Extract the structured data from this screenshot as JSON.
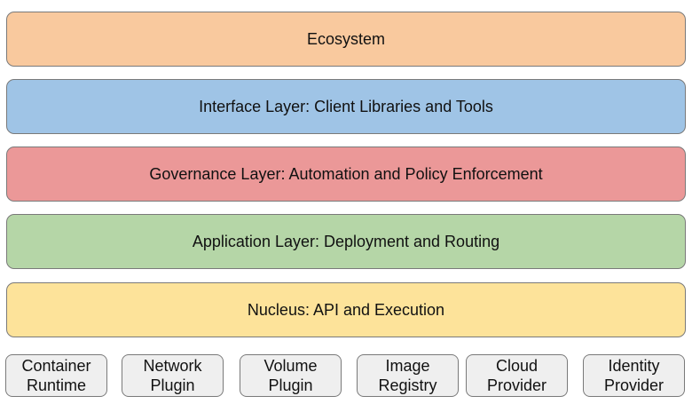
{
  "layers": [
    {
      "label": "Ecosystem",
      "color": "#f9c99e"
    },
    {
      "label": "Interface Layer: Client Libraries and Tools",
      "color": "#9fc4e6"
    },
    {
      "label": "Governance Layer: Automation and Policy Enforcement",
      "color": "#eb9898"
    },
    {
      "label": "Application Layer: Deployment and Routing",
      "color": "#b5d6a7"
    },
    {
      "label": "Nucleus: API and Execution",
      "color": "#fde39a"
    }
  ],
  "plugins": [
    {
      "line1": "Container",
      "line2": "Runtime"
    },
    {
      "line1": "Network",
      "line2": "Plugin"
    },
    {
      "line1": "Volume",
      "line2": "Plugin"
    },
    {
      "line1": "Image",
      "line2": "Registry"
    },
    {
      "line1": "Cloud",
      "line2": "Provider"
    },
    {
      "line1": "Identity",
      "line2": "Provider"
    }
  ],
  "plugin_color": "#efefef"
}
